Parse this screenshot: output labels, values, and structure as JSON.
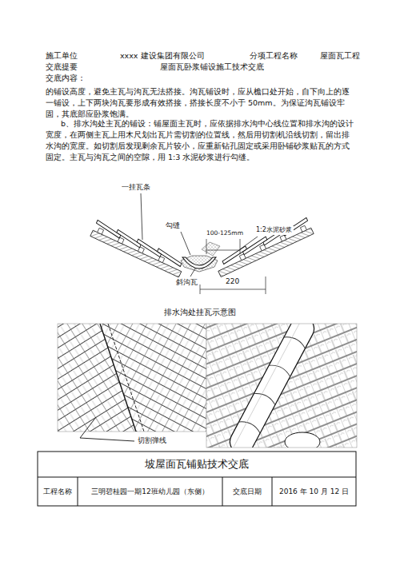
{
  "diagram": {
    "caption": "排水沟处挂瓦示意图",
    "labels": [
      "施工单位",
      "xxxx 建设集团有限公司",
      "分项工程名称",
      "屋面瓦工程",
      "交底提要",
      "屋面瓦卧浆铺设施工技术交底",
      "交底内容：",
      "的铺设高度，避免主瓦与沟瓦无法搭接。沟瓦铺设时，应从檐口处开始，自下向上的逐一铺设，上下两块沟瓦要形成有效搭接，搭接长度不小于 50mm。为保证沟瓦铺设牢固，其底部应卧浆饱满。",
      "b、排水沟处主瓦的铺设：铺屋面主瓦时，应依据排水沟中心线位置和排水沟的设计宽度，在两侧主瓦上用木尺划出瓦片需切割的位置线，然后用切割机沿线切割，留出排水沟的宽度。如切割后发现剩余瓦片较小，应重新钻孔固定或采用卧铺砂浆贴瓦的方式固定。主瓦与沟瓦之间的空隙，用 1:3 水泥砂浆进行勾缝。",
      "一挂瓦条",
      "勾缝",
      "100-125mm",
      "1:2水泥砂浆",
      "斜沟瓦",
      "220",
      "切割弹线",
      "坡屋面瓦铺贴技术交底",
      "工程名称",
      "三明碧桂园一期12班幼儿园（东侧）",
      "交底日期",
      "2016 年 10 月 12 日"
    ]
  }
}
